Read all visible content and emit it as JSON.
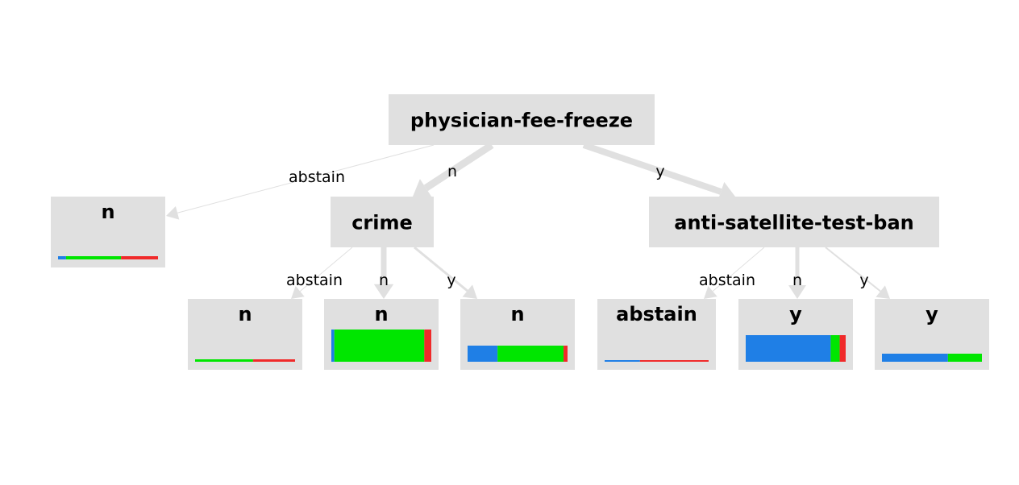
{
  "colors": {
    "node_fill": "#e0e0e0",
    "edge": "#e0e0e0",
    "class_blue": "#1f7fe6",
    "class_green": "#00e600",
    "class_red": "#f02a2a"
  },
  "nodes": [
    {
      "id": "root",
      "label": "physician-fee-freeze",
      "type": "split"
    },
    {
      "id": "pff_abstain",
      "label": "n",
      "type": "leaf",
      "dist": [
        0.08,
        0.55,
        0.37
      ]
    },
    {
      "id": "crime",
      "label": "crime",
      "type": "split"
    },
    {
      "id": "ast_ban",
      "label": "anti-satellite-test-ban",
      "type": "split"
    },
    {
      "id": "crime_abstain",
      "label": "n",
      "type": "leaf",
      "dist": [
        0.0,
        0.58,
        0.42
      ]
    },
    {
      "id": "crime_n",
      "label": "n",
      "type": "leaf",
      "dist": [
        0.03,
        0.9,
        0.07
      ]
    },
    {
      "id": "crime_y",
      "label": "n",
      "type": "leaf",
      "dist": [
        0.3,
        0.66,
        0.04
      ]
    },
    {
      "id": "ast_abstain",
      "label": "abstain",
      "type": "leaf",
      "dist": [
        0.34,
        0.0,
        0.66
      ]
    },
    {
      "id": "ast_n",
      "label": "y",
      "type": "leaf",
      "dist": [
        0.85,
        0.09,
        0.06
      ]
    },
    {
      "id": "ast_y",
      "label": "y",
      "type": "leaf",
      "dist": [
        0.66,
        0.34,
        0.0
      ]
    }
  ],
  "edges": [
    {
      "from": "root",
      "to": "pff_abstain",
      "label": "abstain",
      "weight": 1
    },
    {
      "from": "root",
      "to": "crime",
      "label": "n",
      "weight": 9
    },
    {
      "from": "root",
      "to": "ast_ban",
      "label": "y",
      "weight": 8
    },
    {
      "from": "crime",
      "to": "crime_abstain",
      "label": "abstain",
      "weight": 1
    },
    {
      "from": "crime",
      "to": "crime_n",
      "label": "n",
      "weight": 7
    },
    {
      "from": "crime",
      "to": "crime_y",
      "label": "y",
      "weight": 3
    },
    {
      "from": "ast_ban",
      "to": "ast_abstain",
      "label": "abstain",
      "weight": 1
    },
    {
      "from": "ast_ban",
      "to": "ast_n",
      "label": "n",
      "weight": 5
    },
    {
      "from": "ast_ban",
      "to": "ast_y",
      "label": "y",
      "weight": 2
    }
  ]
}
